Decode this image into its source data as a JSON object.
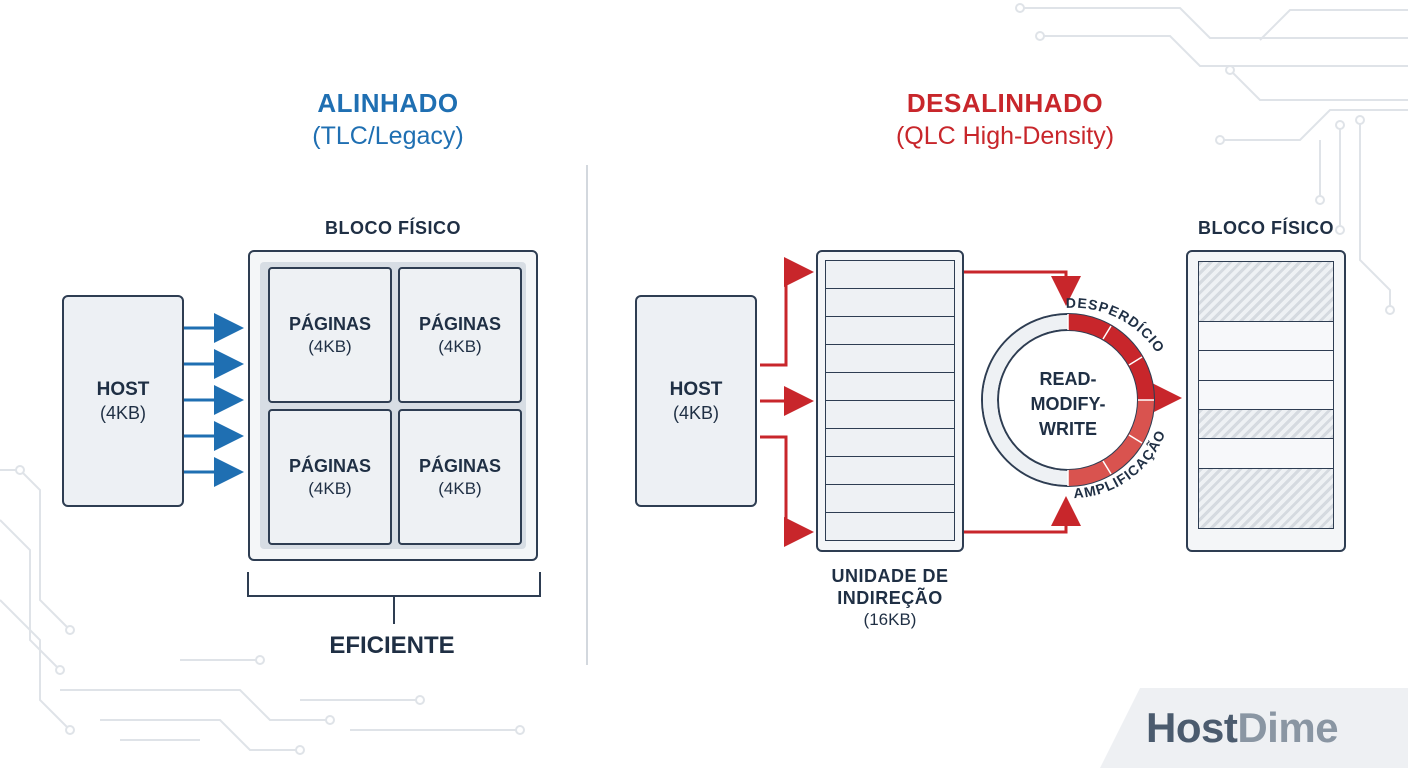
{
  "left": {
    "title": "ALINHADO",
    "subtitle": "(TLC/Legacy)",
    "block_label": "BLOCO FÍSICO",
    "host": {
      "label": "HOST",
      "size": "(4KB)"
    },
    "pages": [
      {
        "label": "PÁGINAS",
        "size": "(4KB)"
      },
      {
        "label": "PÁGINAS",
        "size": "(4KB)"
      },
      {
        "label": "PÁGINAS",
        "size": "(4KB)"
      },
      {
        "label": "PÁGINAS",
        "size": "(4KB)"
      }
    ],
    "result": "EFICIENTE"
  },
  "right": {
    "title": "DESALINHADO",
    "subtitle": "(QLC High-Density)",
    "host": {
      "label": "HOST",
      "size": "(4KB)"
    },
    "indirection": {
      "line1": "UNIDADE DE",
      "line2": "INDIREÇÃO",
      "size": "(16KB)"
    },
    "rmw": {
      "line1": "READ-",
      "line2": "MODIFY-",
      "line3": "WRITE"
    },
    "arc_top": "DESPERDÍCIO",
    "arc_bottom": "AMPLIFICAÇÃO",
    "block_label": "BLOCO FÍSICO"
  },
  "logo": {
    "part1": "Host",
    "part2": "Dime"
  },
  "colors": {
    "blue": "#1f6fb2",
    "red": "#c8262b",
    "dark": "#1f2f44"
  },
  "icons": [
    "arrow-right-icon",
    "circuit-trace-decoration"
  ]
}
